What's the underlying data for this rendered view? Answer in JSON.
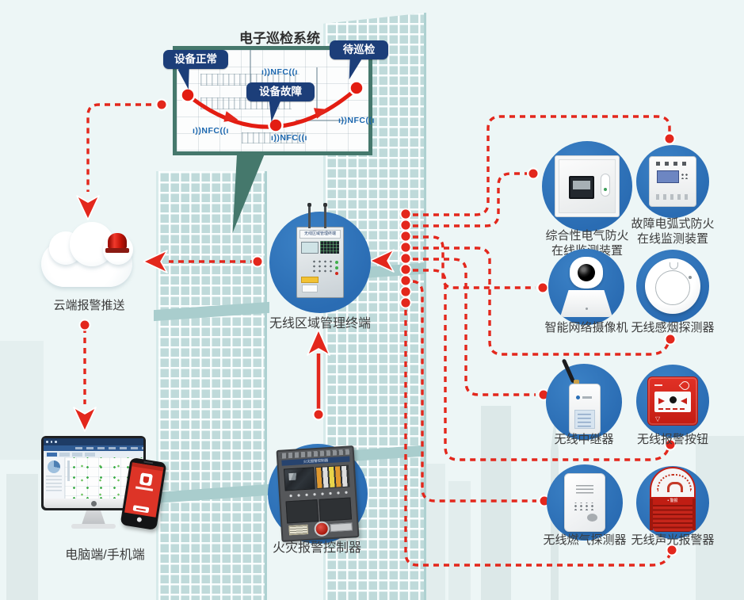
{
  "floorplan": {
    "title": "电子巡检系统",
    "bubbles": {
      "normal": "设备正常",
      "fault": "设备故障",
      "pending": "待巡检"
    },
    "nfc_label": "ı))NFC((ı"
  },
  "cloud": {
    "label": "云端报警推送"
  },
  "terminal": {
    "label": "无线区域管理终端",
    "device_header": "无线区域管理终端"
  },
  "controller": {
    "label": "火灾报警控制器",
    "device_header": "火灾报警控制器"
  },
  "client": {
    "label": "电脑端/手机端"
  },
  "devices": [
    {
      "id": "electrical-fire-monitor",
      "lines": [
        "综合性电气防火",
        "在线监测装置"
      ]
    },
    {
      "id": "arc-fault-monitor",
      "lines": [
        "故障电弧式防火",
        "在线监测装置"
      ]
    },
    {
      "id": "network-camera",
      "lines": [
        "智能网络摄像机"
      ]
    },
    {
      "id": "smoke-detector",
      "lines": [
        "无线感烟探测器"
      ]
    },
    {
      "id": "wireless-repeater",
      "lines": [
        "无线中继器"
      ]
    },
    {
      "id": "alarm-button",
      "lines": [
        "无线报警按钮"
      ]
    },
    {
      "id": "gas-detector",
      "lines": [
        "无线燃气探测器"
      ]
    },
    {
      "id": "sound-light-alarm",
      "lines": [
        "无线声光报警器"
      ]
    }
  ],
  "colors": {
    "accent_red": "#e3271c",
    "circle_blue": "#2b70b8",
    "bubble_navy": "#1c3e79",
    "building_teal": "#bfdada",
    "plan_border": "#45786c",
    "nfc_blue": "#1a66ae",
    "background": "#edf6f6"
  }
}
